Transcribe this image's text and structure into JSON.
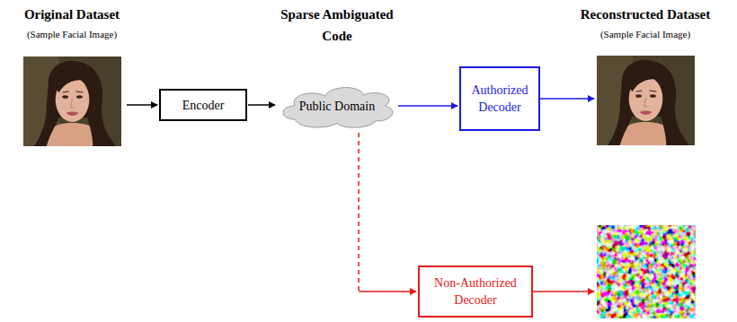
{
  "diagram": {
    "nodes": [
      {
        "text": [
          "Encoder"
        ]
      },
      {
        "text": [
          "Public Domain"
        ]
      },
      {
        "text": [
          "Authorized Decoder"
        ]
      },
      {
        "text": [
          "Non-Authorized Decoder"
        ]
      }
    ],
    "edges": [
      {
        "from": 0,
        "to": 1,
        "arrow": "to"
      },
      {
        "from": 1,
        "to": 2,
        "arrow": "to"
      },
      {
        "from": 1,
        "to": 3,
        "arrow": "to"
      }
    ],
    "labels": [
      "Original Dataset",
      "(Sample Facial Image)",
      "Sparse Ambiguated Code",
      "Reconstructed Dataset",
      "(Sample Facial Image)"
    ]
  }
}
